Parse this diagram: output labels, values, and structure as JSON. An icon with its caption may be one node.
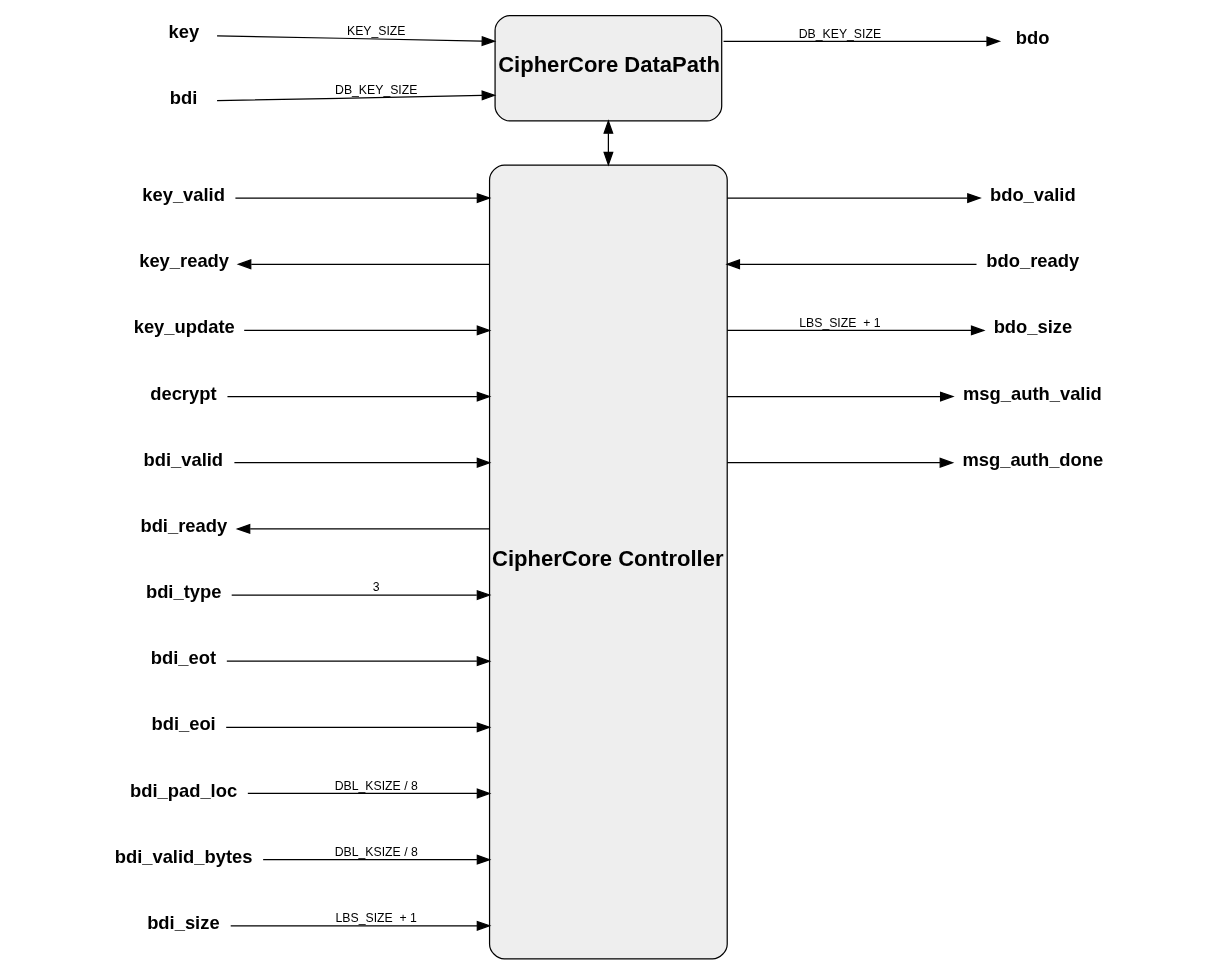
{
  "diagram": {
    "nodes": [
      {
        "text": [
          "key"
        ]
      },
      {
        "text": [
          "bdi"
        ]
      },
      {
        "text": [
          "CipherCore DataPath"
        ]
      },
      {
        "text": [
          "bdo"
        ]
      },
      {
        "text": [
          "CipherCore Controller"
        ]
      },
      {
        "text": [
          "key_valid"
        ]
      },
      {
        "text": [
          "key_ready"
        ]
      },
      {
        "text": [
          "key_update"
        ]
      },
      {
        "text": [
          "decrypt"
        ]
      },
      {
        "text": [
          "bdi_valid"
        ]
      },
      {
        "text": [
          "bdi_ready"
        ]
      },
      {
        "text": [
          "bdi_type"
        ]
      },
      {
        "text": [
          "bdi_eot"
        ]
      },
      {
        "text": [
          "bdi_eoi"
        ]
      },
      {
        "text": [
          "bdi_pad_loc"
        ]
      },
      {
        "text": [
          "bdi_valid_bytes"
        ]
      },
      {
        "text": [
          "bdi_size"
        ]
      },
      {
        "text": [
          "bdo_valid"
        ]
      },
      {
        "text": [
          "bdo_ready"
        ]
      },
      {
        "text": [
          "bdo_size"
        ]
      },
      {
        "text": [
          "msg_auth_valid"
        ]
      },
      {
        "text": [
          "msg_auth_done"
        ]
      }
    ],
    "edges": [
      {
        "from": 0,
        "to": 2,
        "arrow": "to",
        "label": "KEY_SIZE"
      },
      {
        "from": 1,
        "to": 2,
        "arrow": "to",
        "label": "DB_KEY_SIZE"
      },
      {
        "from": 2,
        "to": 3,
        "arrow": "to",
        "label": "DB_KEY_SIZE"
      },
      {
        "from": 2,
        "to": 4,
        "arrow": "both"
      },
      {
        "from": 5,
        "to": 4,
        "arrow": "to"
      },
      {
        "from": 4,
        "to": 6,
        "arrow": "to"
      },
      {
        "from": 7,
        "to": 4,
        "arrow": "to"
      },
      {
        "from": 8,
        "to": 4,
        "arrow": "to"
      },
      {
        "from": 9,
        "to": 4,
        "arrow": "to"
      },
      {
        "from": 4,
        "to": 10,
        "arrow": "to"
      },
      {
        "from": 11,
        "to": 4,
        "arrow": "to",
        "label": "3"
      },
      {
        "from": 12,
        "to": 4,
        "arrow": "to"
      },
      {
        "from": 13,
        "to": 4,
        "arrow": "to"
      },
      {
        "from": 14,
        "to": 4,
        "arrow": "to",
        "label": "DBL_KSIZE / 8"
      },
      {
        "from": 15,
        "to": 4,
        "arrow": "to",
        "label": "DBL_KSIZE / 8"
      },
      {
        "from": 16,
        "to": 4,
        "arrow": "to",
        "label": "LBS_SIZE  + 1"
      },
      {
        "from": 4,
        "to": 17,
        "arrow": "to"
      },
      {
        "from": 18,
        "to": 4,
        "arrow": "to"
      },
      {
        "from": 4,
        "to": 19,
        "arrow": "to",
        "label": "LBS_SIZE  + 1"
      },
      {
        "from": 4,
        "to": 20,
        "arrow": "to"
      },
      {
        "from": 4,
        "to": 21,
        "arrow": "to"
      }
    ]
  }
}
